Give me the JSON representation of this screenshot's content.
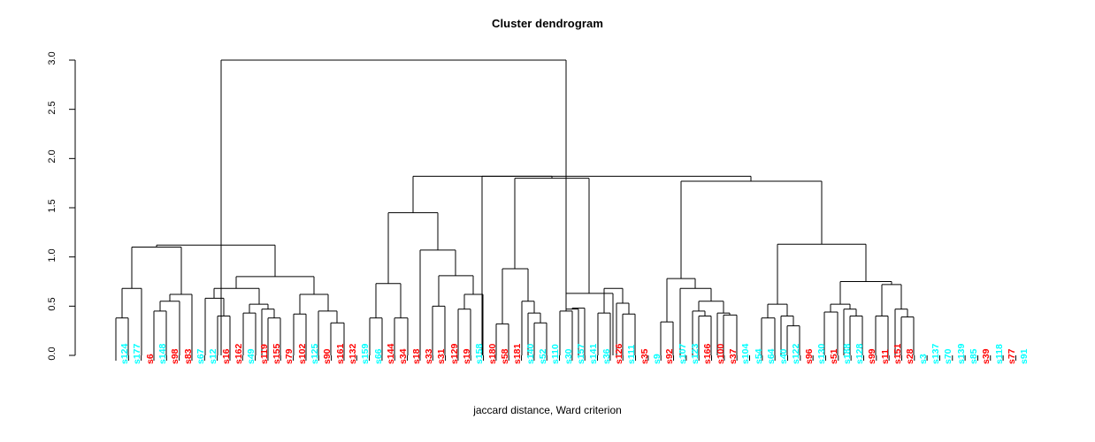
{
  "title": "Cluster dendrogram",
  "xcaption": "jaccard distance, Ward criterion",
  "colors": {
    "cyan": "#00FFFF",
    "red": "#FF0000",
    "line": "#000000",
    "background": "#FFFFFF"
  },
  "axis": {
    "ylabel": "",
    "yticks": [
      "0.0",
      "0.5",
      "1.0",
      "1.5",
      "2.0",
      "2.5",
      "3.0"
    ],
    "ymin": 0.0,
    "ymax": 3.0
  },
  "chart_data": {
    "type": "dendrogram",
    "title": "Cluster dendrogram",
    "xlabel": "jaccard distance, Ward criterion",
    "ylabel": "",
    "ylim": [
      0.0,
      3.0
    ],
    "ytick_values": [
      0.0,
      0.5,
      1.0,
      1.5,
      2.0,
      2.5,
      3.0
    ],
    "grid": false,
    "legend": "none",
    "distance_metric": "jaccard",
    "linkage_criterion": "Ward",
    "n_leaves": 70,
    "leaf_label_colors": {
      "cyan": "#00FFFF",
      "red": "#FF0000"
    },
    "leaves": [
      {
        "label": "s124",
        "color": "cyan"
      },
      {
        "label": "s177",
        "color": "cyan"
      },
      {
        "label": "s6",
        "color": "red"
      },
      {
        "label": "s148",
        "color": "cyan"
      },
      {
        "label": "s98",
        "color": "red"
      },
      {
        "label": "s83",
        "color": "red"
      },
      {
        "label": "s67",
        "color": "cyan"
      },
      {
        "label": "s12",
        "color": "cyan"
      },
      {
        "label": "s16",
        "color": "red"
      },
      {
        "label": "s162",
        "color": "red"
      },
      {
        "label": "s49",
        "color": "cyan"
      },
      {
        "label": "s119",
        "color": "red"
      },
      {
        "label": "s155",
        "color": "red"
      },
      {
        "label": "s79",
        "color": "red"
      },
      {
        "label": "s102",
        "color": "red"
      },
      {
        "label": "s125",
        "color": "cyan"
      },
      {
        "label": "s90",
        "color": "red"
      },
      {
        "label": "s161",
        "color": "red"
      },
      {
        "label": "s132",
        "color": "red"
      },
      {
        "label": "s159",
        "color": "cyan"
      },
      {
        "label": "s66",
        "color": "cyan"
      },
      {
        "label": "s144",
        "color": "red"
      },
      {
        "label": "s34",
        "color": "red"
      },
      {
        "label": "s18",
        "color": "red"
      },
      {
        "label": "s33",
        "color": "red"
      },
      {
        "label": "s31",
        "color": "red"
      },
      {
        "label": "s129",
        "color": "red"
      },
      {
        "label": "s19",
        "color": "red"
      },
      {
        "label": "s158",
        "color": "cyan"
      },
      {
        "label": "s180",
        "color": "red"
      },
      {
        "label": "s58",
        "color": "red"
      },
      {
        "label": "s181",
        "color": "red"
      },
      {
        "label": "s140",
        "color": "cyan"
      },
      {
        "label": "s52",
        "color": "cyan"
      },
      {
        "label": "s110",
        "color": "cyan"
      },
      {
        "label": "s30",
        "color": "cyan"
      },
      {
        "label": "s157",
        "color": "cyan"
      },
      {
        "label": "s141",
        "color": "cyan"
      },
      {
        "label": "s36",
        "color": "cyan"
      },
      {
        "label": "s126",
        "color": "red"
      },
      {
        "label": "s111",
        "color": "cyan"
      },
      {
        "label": "s35",
        "color": "red"
      },
      {
        "label": "s9",
        "color": "cyan"
      },
      {
        "label": "s92",
        "color": "red"
      },
      {
        "label": "s107",
        "color": "cyan"
      },
      {
        "label": "s123",
        "color": "cyan"
      },
      {
        "label": "s166",
        "color": "red"
      },
      {
        "label": "s100",
        "color": "red"
      },
      {
        "label": "s37",
        "color": "red"
      },
      {
        "label": "s104",
        "color": "cyan"
      },
      {
        "label": "s54",
        "color": "cyan"
      },
      {
        "label": "s64",
        "color": "cyan"
      },
      {
        "label": "s40",
        "color": "cyan"
      },
      {
        "label": "s122",
        "color": "cyan"
      },
      {
        "label": "s96",
        "color": "red"
      },
      {
        "label": "s130",
        "color": "cyan"
      },
      {
        "label": "s51",
        "color": "red"
      },
      {
        "label": "s188",
        "color": "cyan"
      },
      {
        "label": "s128",
        "color": "cyan"
      },
      {
        "label": "s99",
        "color": "red"
      },
      {
        "label": "s11",
        "color": "red"
      },
      {
        "label": "s151",
        "color": "red"
      },
      {
        "label": "s28",
        "color": "red"
      },
      {
        "label": "s3",
        "color": "cyan"
      },
      {
        "label": "s137",
        "color": "cyan"
      },
      {
        "label": "s70",
        "color": "cyan"
      },
      {
        "label": "s139",
        "color": "cyan"
      },
      {
        "label": "s85",
        "color": "cyan"
      },
      {
        "label": "s39",
        "color": "red"
      },
      {
        "label": "s118",
        "color": "cyan"
      },
      {
        "label": "s77",
        "color": "red"
      },
      {
        "label": "s91",
        "color": "cyan"
      }
    ],
    "merges": [
      {
        "x1": 131,
        "x2": 145,
        "h": 0.38
      },
      {
        "x1": 138,
        "x2": 160,
        "h": 0.68
      },
      {
        "x1": 174,
        "x2": 188,
        "h": 0.45
      },
      {
        "x1": 181,
        "x2": 203,
        "h": 0.55
      },
      {
        "x1": 192,
        "x2": 217,
        "h": 0.62
      },
      {
        "x1": 149,
        "x2": 205,
        "h": 1.1
      },
      {
        "x1": 246,
        "x2": 260,
        "h": 0.4
      },
      {
        "x1": 232,
        "x2": 253,
        "h": 0.58
      },
      {
        "x1": 275,
        "x2": 289,
        "h": 0.43
      },
      {
        "x1": 303,
        "x2": 317,
        "h": 0.38
      },
      {
        "x1": 296,
        "x2": 310,
        "h": 0.47
      },
      {
        "x1": 282,
        "x2": 303,
        "h": 0.52
      },
      {
        "x1": 242,
        "x2": 293,
        "h": 0.68
      },
      {
        "x1": 332,
        "x2": 346,
        "h": 0.42
      },
      {
        "x1": 374,
        "x2": 389,
        "h": 0.33
      },
      {
        "x1": 360,
        "x2": 381,
        "h": 0.45
      },
      {
        "x1": 339,
        "x2": 371,
        "h": 0.62
      },
      {
        "x1": 267,
        "x2": 355,
        "h": 0.8
      },
      {
        "x1": 177,
        "x2": 311,
        "h": 1.12
      },
      {
        "x1": 418,
        "x2": 432,
        "h": 0.38
      },
      {
        "x1": 446,
        "x2": 461,
        "h": 0.38
      },
      {
        "x1": 425,
        "x2": 453,
        "h": 0.73
      },
      {
        "x1": 489,
        "x2": 503,
        "h": 0.5
      },
      {
        "x1": 518,
        "x2": 532,
        "h": 0.47
      },
      {
        "x1": 525,
        "x2": 546,
        "h": 0.62
      },
      {
        "x1": 496,
        "x2": 535,
        "h": 0.81
      },
      {
        "x1": 475,
        "x2": 515,
        "h": 1.07
      },
      {
        "x1": 439,
        "x2": 495,
        "h": 1.45
      },
      {
        "x1": 561,
        "x2": 575,
        "h": 0.32
      },
      {
        "x1": 604,
        "x2": 618,
        "h": 0.33
      },
      {
        "x1": 597,
        "x2": 611,
        "h": 0.43
      },
      {
        "x1": 590,
        "x2": 604,
        "h": 0.55
      },
      {
        "x1": 568,
        "x2": 597,
        "h": 0.88
      },
      {
        "x1": 647,
        "x2": 661,
        "h": 0.48
      },
      {
        "x1": 640,
        "x2": 654,
        "h": 0.47
      },
      {
        "x1": 633,
        "x2": 647,
        "h": 0.45
      },
      {
        "x1": 676,
        "x2": 690,
        "h": 0.43
      },
      {
        "x1": 704,
        "x2": 718,
        "h": 0.42
      },
      {
        "x1": 697,
        "x2": 711,
        "h": 0.53
      },
      {
        "x1": 683,
        "x2": 704,
        "h": 0.68
      },
      {
        "x1": 640,
        "x2": 693,
        "h": 0.63
      },
      {
        "x1": 582,
        "x2": 666,
        "h": 1.8
      },
      {
        "x1": 467,
        "x2": 624,
        "h": 1.82
      },
      {
        "x1": 747,
        "x2": 761,
        "h": 0.34
      },
      {
        "x1": 790,
        "x2": 804,
        "h": 0.4
      },
      {
        "x1": 783,
        "x2": 797,
        "h": 0.45
      },
      {
        "x1": 818,
        "x2": 833,
        "h": 0.41
      },
      {
        "x1": 811,
        "x2": 825,
        "h": 0.43
      },
      {
        "x1": 790,
        "x2": 818,
        "h": 0.55
      },
      {
        "x1": 769,
        "x2": 804,
        "h": 0.68
      },
      {
        "x1": 754,
        "x2": 786,
        "h": 0.78
      },
      {
        "x1": 861,
        "x2": 876,
        "h": 0.38
      },
      {
        "x1": 890,
        "x2": 904,
        "h": 0.3
      },
      {
        "x1": 883,
        "x2": 897,
        "h": 0.4
      },
      {
        "x1": 868,
        "x2": 890,
        "h": 0.52
      },
      {
        "x1": 932,
        "x2": 947,
        "h": 0.44
      },
      {
        "x1": 961,
        "x2": 975,
        "h": 0.4
      },
      {
        "x1": 954,
        "x2": 968,
        "h": 0.47
      },
      {
        "x1": 939,
        "x2": 961,
        "h": 0.52
      },
      {
        "x1": 990,
        "x2": 1004,
        "h": 0.4
      },
      {
        "x1": 1019,
        "x2": 1033,
        "h": 0.39
      },
      {
        "x1": 1012,
        "x2": 1026,
        "h": 0.47
      },
      {
        "x1": 997,
        "x2": 1019,
        "h": 0.72
      },
      {
        "x1": 950,
        "x2": 1008,
        "h": 0.75
      },
      {
        "x1": 879,
        "x2": 979,
        "h": 1.13
      },
      {
        "x1": 770,
        "x2": 929,
        "h": 1.77
      },
      {
        "x1": 545,
        "x2": 849,
        "h": 1.82
      },
      {
        "x1": 250,
        "x2": 640,
        "h": 3.0
      }
    ]
  }
}
